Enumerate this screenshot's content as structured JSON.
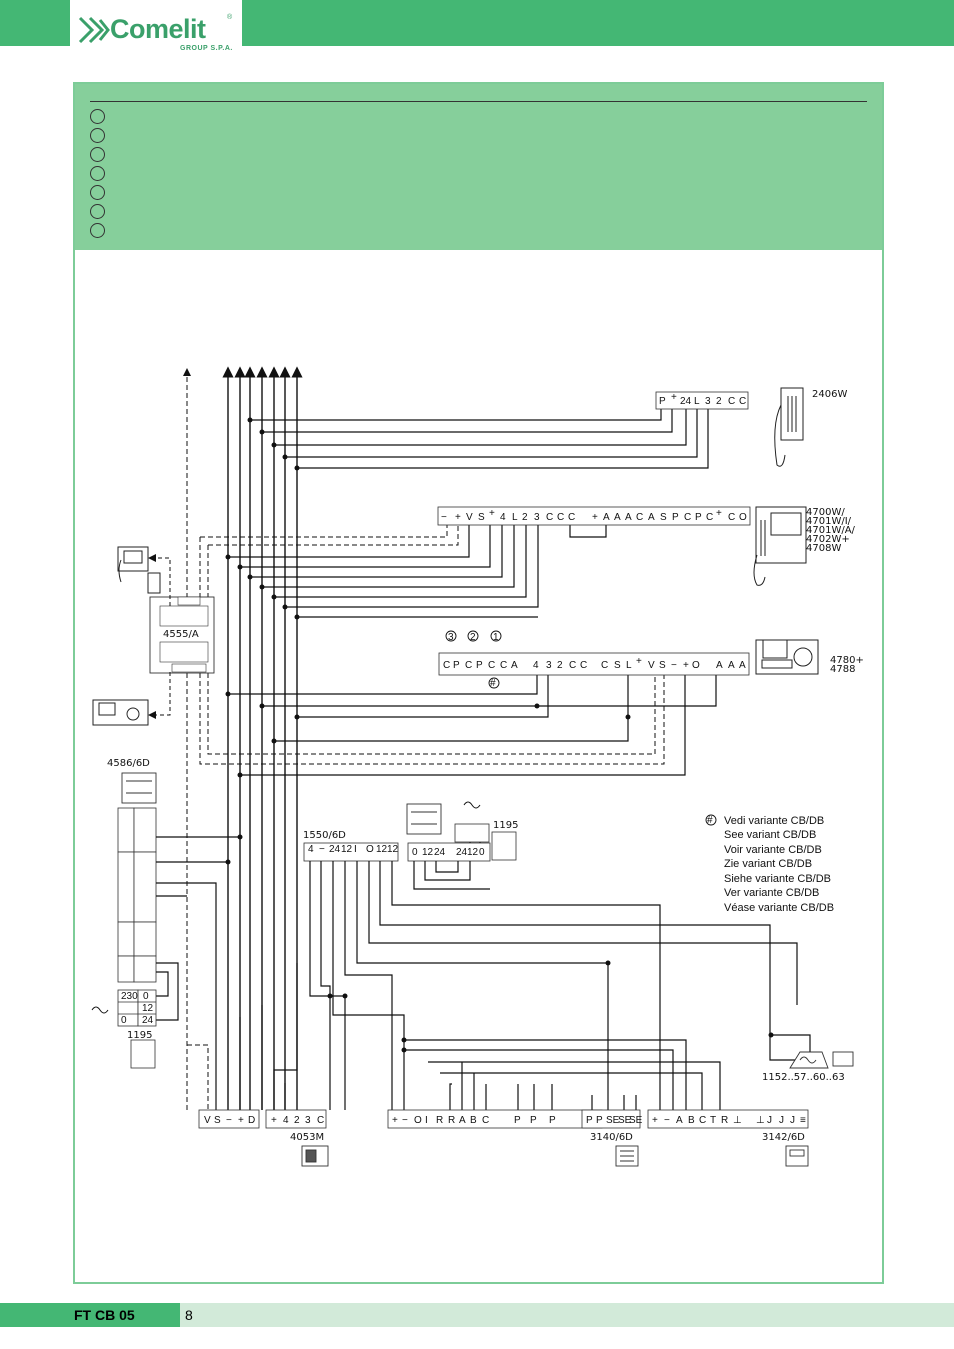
{
  "header": {
    "brand": "Comelit",
    "reg": "®",
    "sub": "GROUP S.P.A."
  },
  "footer": {
    "code": "FT CB 05",
    "page": "8"
  },
  "devices": {
    "d2406": "2406W",
    "d4700": [
      "4700W/",
      "4701W/I/",
      "4701W/A/",
      "4702W+",
      "4708W"
    ],
    "d4780": [
      "4780+",
      "4788"
    ],
    "d4555": "4555/A",
    "d4586": "4586/6D",
    "d1195a": "1195",
    "d1195b": "1195",
    "d1550": "1550/6D",
    "d4053": "4053M",
    "d3140": "3140/6D",
    "d3142": "3142/6D",
    "d1152": "1152..57..60..63"
  },
  "variant_note": [
    "Vedi variante CB/DB",
    "See variant CB/DB",
    "Voir variante CB/DB",
    "Zie variant CB/DB",
    "Siehe variante CB/DB",
    "Ver variante CB/DB",
    "Véase variante CB/DB"
  ],
  "markers": {
    "one": "1",
    "two": "2",
    "three": "3",
    "hash": "#"
  },
  "psu_terms": [
    "230",
    "0",
    "12",
    "0",
    "24"
  ]
}
